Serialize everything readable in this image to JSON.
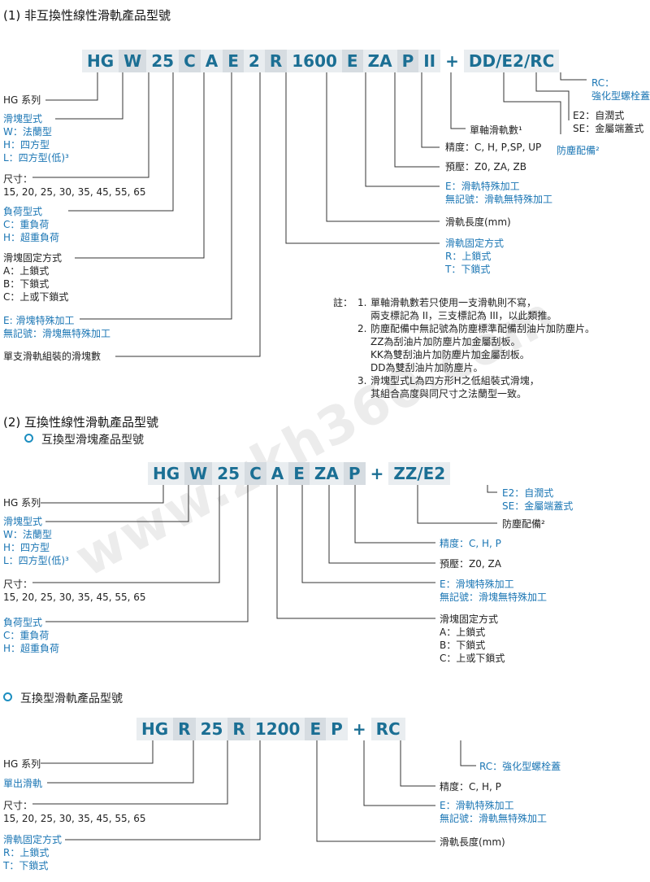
{
  "section1": {
    "title": "(1) 非互換性線性滑軌產品型號",
    "code": [
      {
        "t": "HG",
        "s": "l"
      },
      {
        "t": "W",
        "s": "d"
      },
      {
        "t": "25",
        "s": "l"
      },
      {
        "t": "C",
        "s": "d"
      },
      {
        "t": "A",
        "s": "l"
      },
      {
        "t": "E",
        "s": "d"
      },
      {
        "t": "2",
        "s": "l"
      },
      {
        "t": "R",
        "s": "d"
      },
      {
        "t": "1600",
        "s": "l"
      },
      {
        "t": "E",
        "s": "d"
      },
      {
        "t": "ZA",
        "s": "l"
      },
      {
        "t": "P",
        "s": "d"
      },
      {
        "t": "II",
        "s": "l"
      },
      {
        "t": "+",
        "s": "w"
      },
      {
        "t": "DD/E2/RC",
        "s": "l"
      }
    ],
    "left_labels": {
      "hg": "HG 系列",
      "block_type": [
        "滑塊型式",
        "W：法蘭型",
        "H：四方型",
        "L：四方型(低)³"
      ],
      "size": [
        "尺寸：",
        "15, 20, 25, 30, 35, 45, 55, 65"
      ],
      "load": [
        "負荷型式",
        "C：重負荷",
        "H：超重負荷"
      ],
      "mount": [
        "滑塊固定方式",
        "A：上鎖式",
        "B：下鎖式",
        "C：上或下鎖式"
      ],
      "special": [
        "E: 滑塊特殊加工",
        "無記號：滑塊無特殊加工"
      ],
      "qty": "單支滑軌組裝的滑塊數"
    },
    "right_labels": {
      "rc": [
        "RC：",
        "強化型螺栓蓋"
      ],
      "e2": [
        "E2：自潤式",
        "SE：金屬端蓋式"
      ],
      "rails": "單軸滑軌數¹",
      "dust": "防塵配備²",
      "precision": "精度：C, H, P,SP, UP",
      "preload": "預壓：Z0, ZA, ZB",
      "rail_special": [
        "E：滑軌特殊加工",
        "無記號：滑軌無特殊加工"
      ],
      "length": "滑軌長度(mm)",
      "rail_mount": [
        "滑軌固定方式",
        "R：上鎖式",
        "T：下鎖式"
      ]
    },
    "notes": {
      "label": "註：",
      "items": [
        [
          "1.",
          "單軸滑軌數若只使用一支滑軌則不寫，"
        ],
        [
          "",
          "兩支標記為 II，三支標記為 III，以此類推。"
        ],
        [
          "2.",
          "防塵配備中無記號為防塵標準配備刮油片加防塵片。"
        ],
        [
          "",
          "ZZ為刮油片加防塵片加金屬刮板。"
        ],
        [
          "",
          "KK為雙刮油片加防塵片加金屬刮板。"
        ],
        [
          "",
          "DD為雙刮油片加防塵片。"
        ],
        [
          "3.",
          "滑塊型式L為四方形H之低組裝式滑塊，"
        ],
        [
          "",
          "其組合高度與同尺寸之法蘭型一致。"
        ]
      ]
    }
  },
  "section2": {
    "title": "(2) 互換性線性滑軌產品型號",
    "subtitle": "互換型滑塊產品型號",
    "code": [
      {
        "t": "HG",
        "s": "l"
      },
      {
        "t": "W",
        "s": "d"
      },
      {
        "t": "25",
        "s": "l"
      },
      {
        "t": "C",
        "s": "d"
      },
      {
        "t": "A",
        "s": "l"
      },
      {
        "t": "E",
        "s": "d"
      },
      {
        "t": "ZA",
        "s": "l"
      },
      {
        "t": "P",
        "s": "d"
      },
      {
        "t": "+",
        "s": "w"
      },
      {
        "t": "ZZ/E2",
        "s": "l"
      }
    ],
    "left_labels": {
      "hg": "HG 系列",
      "block_type": [
        "滑塊型式",
        "W：法蘭型",
        "H：四方型",
        "L：四方型(低)³"
      ],
      "size": [
        "尺寸：",
        "15, 20, 25, 30, 35, 45, 55, 65"
      ],
      "load": [
        "負荷型式",
        "C：重負荷",
        "H：超重負荷"
      ]
    },
    "right_labels": {
      "e2": [
        "E2：自潤式",
        "SE：金屬端蓋式"
      ],
      "dust": "防塵配備²",
      "precision": "精度：C, H, P",
      "preload": "預壓：Z0, ZA",
      "special": [
        "E：滑塊特殊加工",
        "無記號：滑塊無特殊加工"
      ],
      "mount": [
        "滑塊固定方式",
        "A：上鎖式",
        "B：下鎖式",
        "C：上或下鎖式"
      ]
    }
  },
  "section3": {
    "subtitle": "互換型滑軌產品型號",
    "code": [
      {
        "t": "HG",
        "s": "l"
      },
      {
        "t": "R",
        "s": "d"
      },
      {
        "t": "25",
        "s": "l"
      },
      {
        "t": "R",
        "s": "d"
      },
      {
        "t": "1200",
        "s": "l"
      },
      {
        "t": "E",
        "s": "d"
      },
      {
        "t": "P",
        "s": "l"
      },
      {
        "t": "+",
        "s": "w"
      },
      {
        "t": "RC",
        "s": "l"
      }
    ],
    "left_labels": {
      "hg": "HG 系列",
      "single": "單出滑軌",
      "size": [
        "尺寸：",
        "15, 20, 25, 30, 35, 45, 55, 65"
      ],
      "mount": [
        "滑軌固定方式",
        "R：上鎖式",
        "T：下鎖式"
      ]
    },
    "right_labels": {
      "rc": "RC：強化型螺栓蓋",
      "precision": "精度：C, H, P",
      "special": [
        "E：滑軌特殊加工",
        "無記號：滑軌無特殊加工"
      ],
      "length": "滑軌長度(mm)"
    }
  },
  "watermark": "www.zkh360.com",
  "colors": {
    "accent": "#1b76b4",
    "code_text": "#1b6f94",
    "seg_light": "#e9edf0",
    "seg_dark": "#d6dce1"
  }
}
